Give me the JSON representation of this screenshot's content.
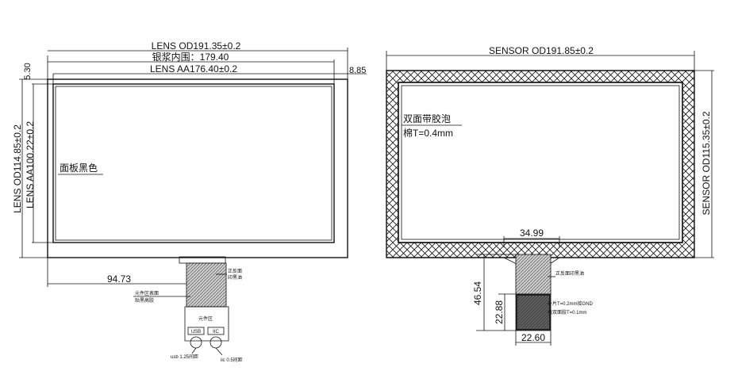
{
  "left_drawing": {
    "lens_od_width": "LENS OD191.35±0.2",
    "silver_inner": "银浆内围：179.40",
    "lens_aa_width": "LENS AA176.40±0.2",
    "top_offset": "5.30",
    "right_offset": "8.85",
    "lens_od_height": "LENS OD114.85±0.2",
    "lens_aa_height": "LENS AA100.22±0.2",
    "panel_note": "面板黑色",
    "fpc_offset": "94.73",
    "fpc_note_front": "正反面",
    "fpc_note_print": "印黑油",
    "component_side": "元件区表面",
    "adhesive": "贴黑高胶",
    "component_area": "元件区",
    "connector_left": "USB",
    "connector_right": "IIC",
    "usb_callout": "usb 1.25间距",
    "iic_callout": "iic 0.5间距"
  },
  "right_drawing": {
    "sensor_od_width": "SENSOR OD191.85±0.2",
    "sensor_od_height": "SENSOR OD115.35±0.2",
    "tape_note": "双面带胶泡",
    "tape_thickness": "棉T=0.4mm",
    "fpc_width": "34.99",
    "fpc_note": "正反面印黑油",
    "fpc_length": "46.54",
    "stiffener_length": "22.88",
    "stiffener_note": "补片T=0.2mm接GND",
    "shield_note": "电双面胶T=0.1mm",
    "stiffener_width": "22.60"
  }
}
